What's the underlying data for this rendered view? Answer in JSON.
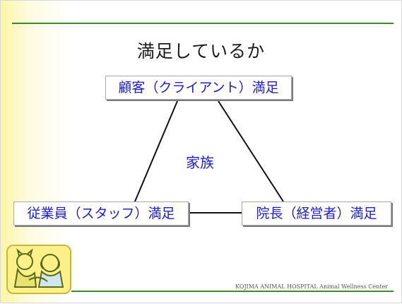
{
  "slide": {
    "title": "満足しているか",
    "center_label": "家族",
    "nodes": {
      "top": "顧客（クライアント）満足",
      "left": "従業員（スタッフ）満足",
      "right": "院長（経営者）満足"
    },
    "footer": "KOJIMA ANIMAL HOSPITAL Animal Wellness Center"
  },
  "colors": {
    "accent_line": "#3a8a2a",
    "node_text": "#2020c8"
  }
}
